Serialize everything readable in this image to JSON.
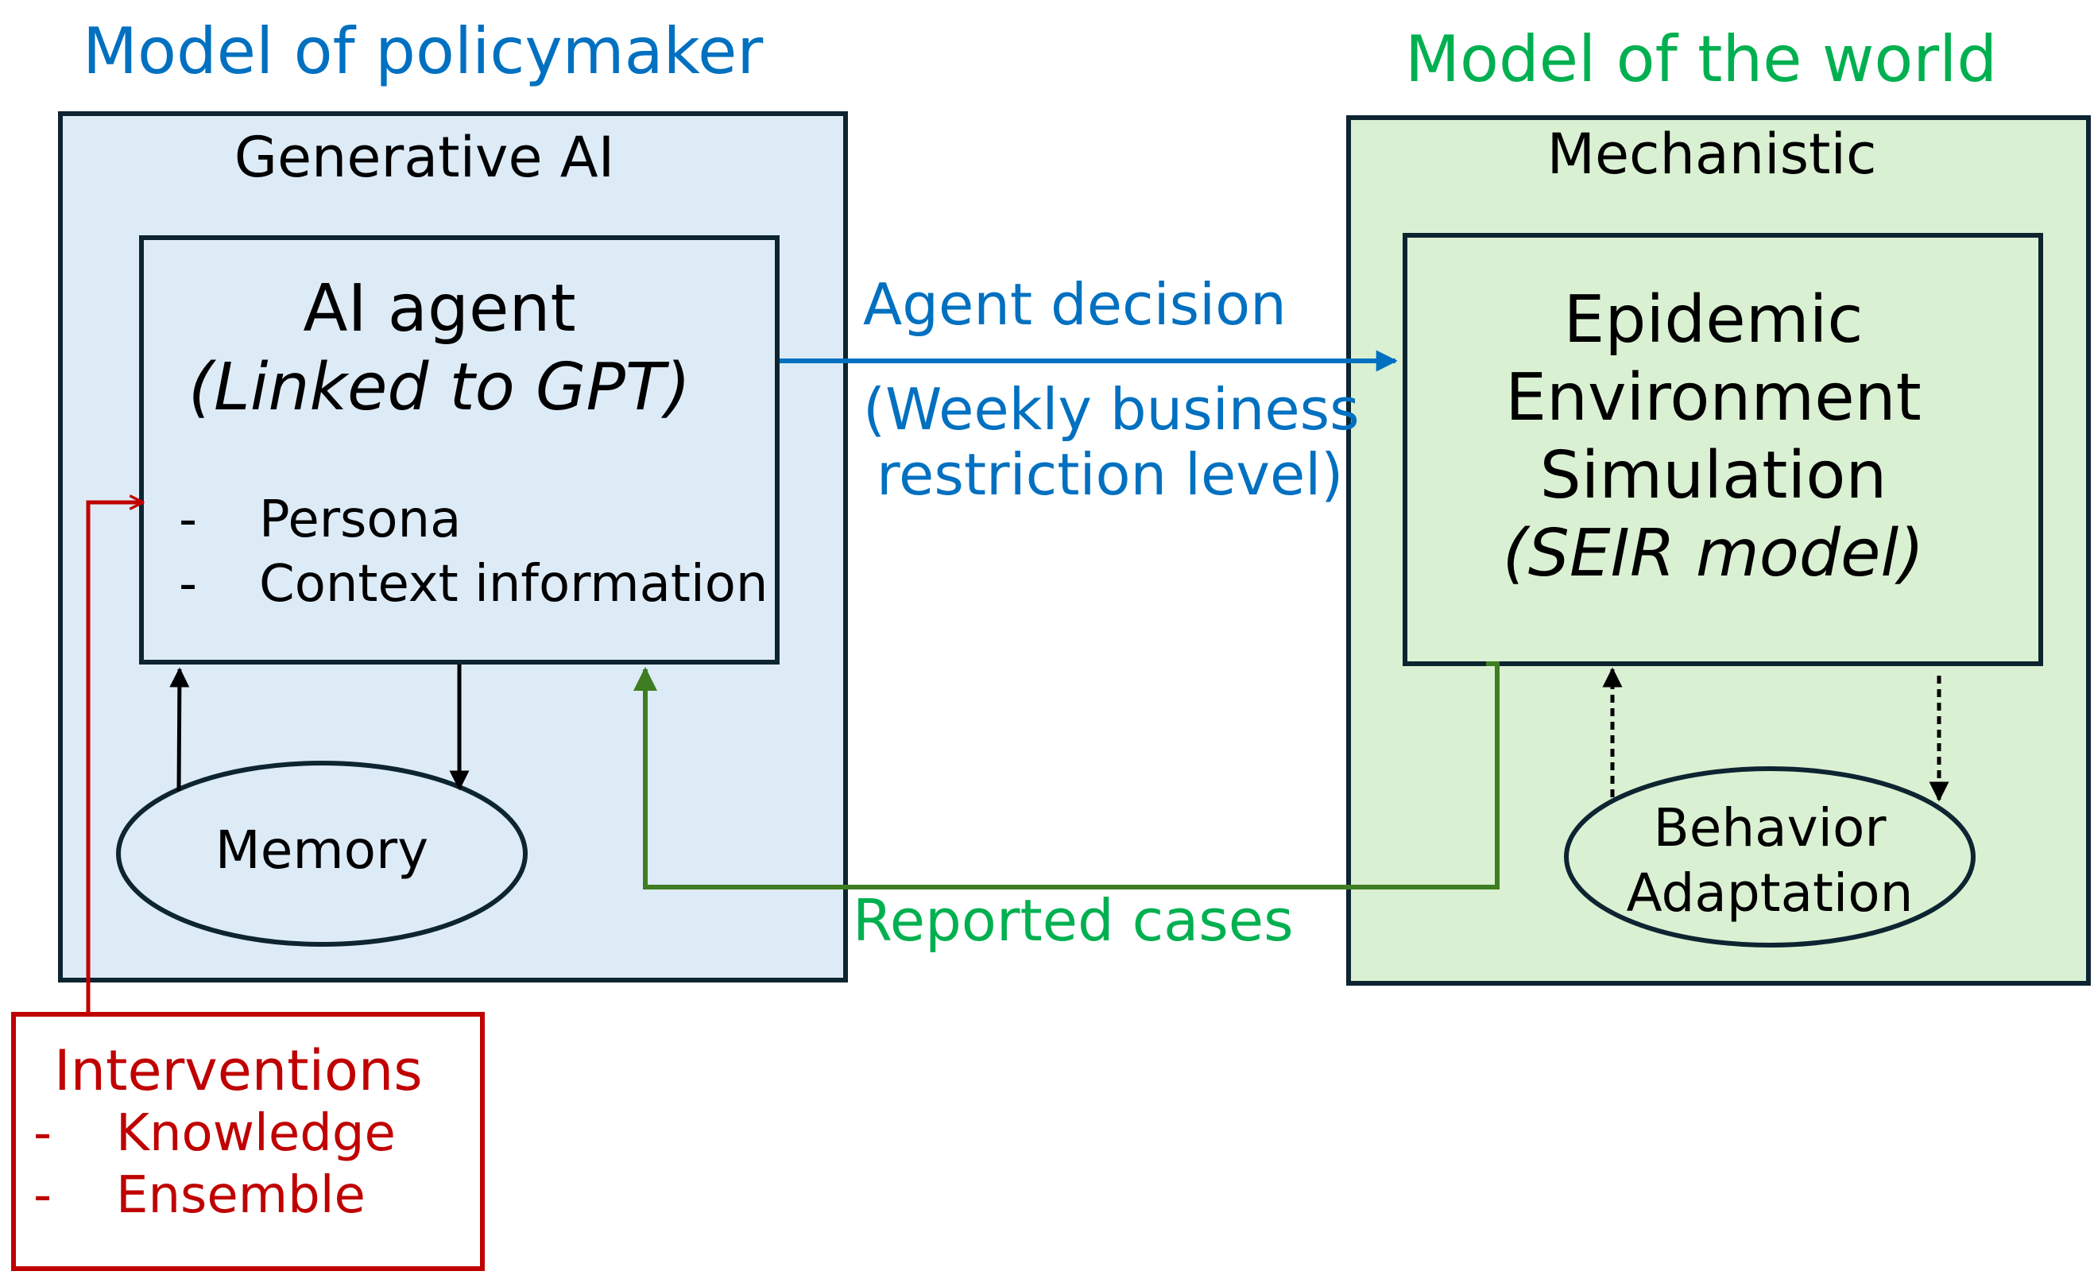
{
  "colors": {
    "policymaker_title": "#0070C0",
    "world_title": "#00B050",
    "policy_fill": "#DDEBF7",
    "world_fill": "#DAF0D2",
    "box_stroke": "#0D2431",
    "decision_arrow": "#0070C0",
    "reported_line": "#3E7D22",
    "reported_label": "#00B050",
    "intervention": "#C00000",
    "black": "#000000"
  },
  "policymaker": {
    "title": "Model of policymaker",
    "subtitle": "Generative AI",
    "agent": {
      "title": "AI agent",
      "subtitle": "(Linked to GPT)",
      "items": [
        {
          "bullet": "-",
          "label": "Persona"
        },
        {
          "bullet": "-",
          "label": "Context information"
        }
      ]
    },
    "memory_label": "Memory"
  },
  "world": {
    "title": "Model of the world",
    "subtitle": "Mechanistic",
    "simulation": {
      "lines": [
        "Epidemic",
        "Environment",
        "Simulation"
      ],
      "model": "(SEIR model)"
    },
    "behavior_lines": [
      "Behavior",
      "Adaptation"
    ]
  },
  "flows": {
    "agent_decision": "Agent decision",
    "decision_detail": [
      "(Weekly business",
      "restriction level)"
    ],
    "reported_cases": "Reported cases"
  },
  "interventions": {
    "title": "Interventions",
    "items": [
      {
        "bullet": "-",
        "label": "Knowledge"
      },
      {
        "bullet": "-",
        "label": "Ensemble"
      }
    ]
  }
}
